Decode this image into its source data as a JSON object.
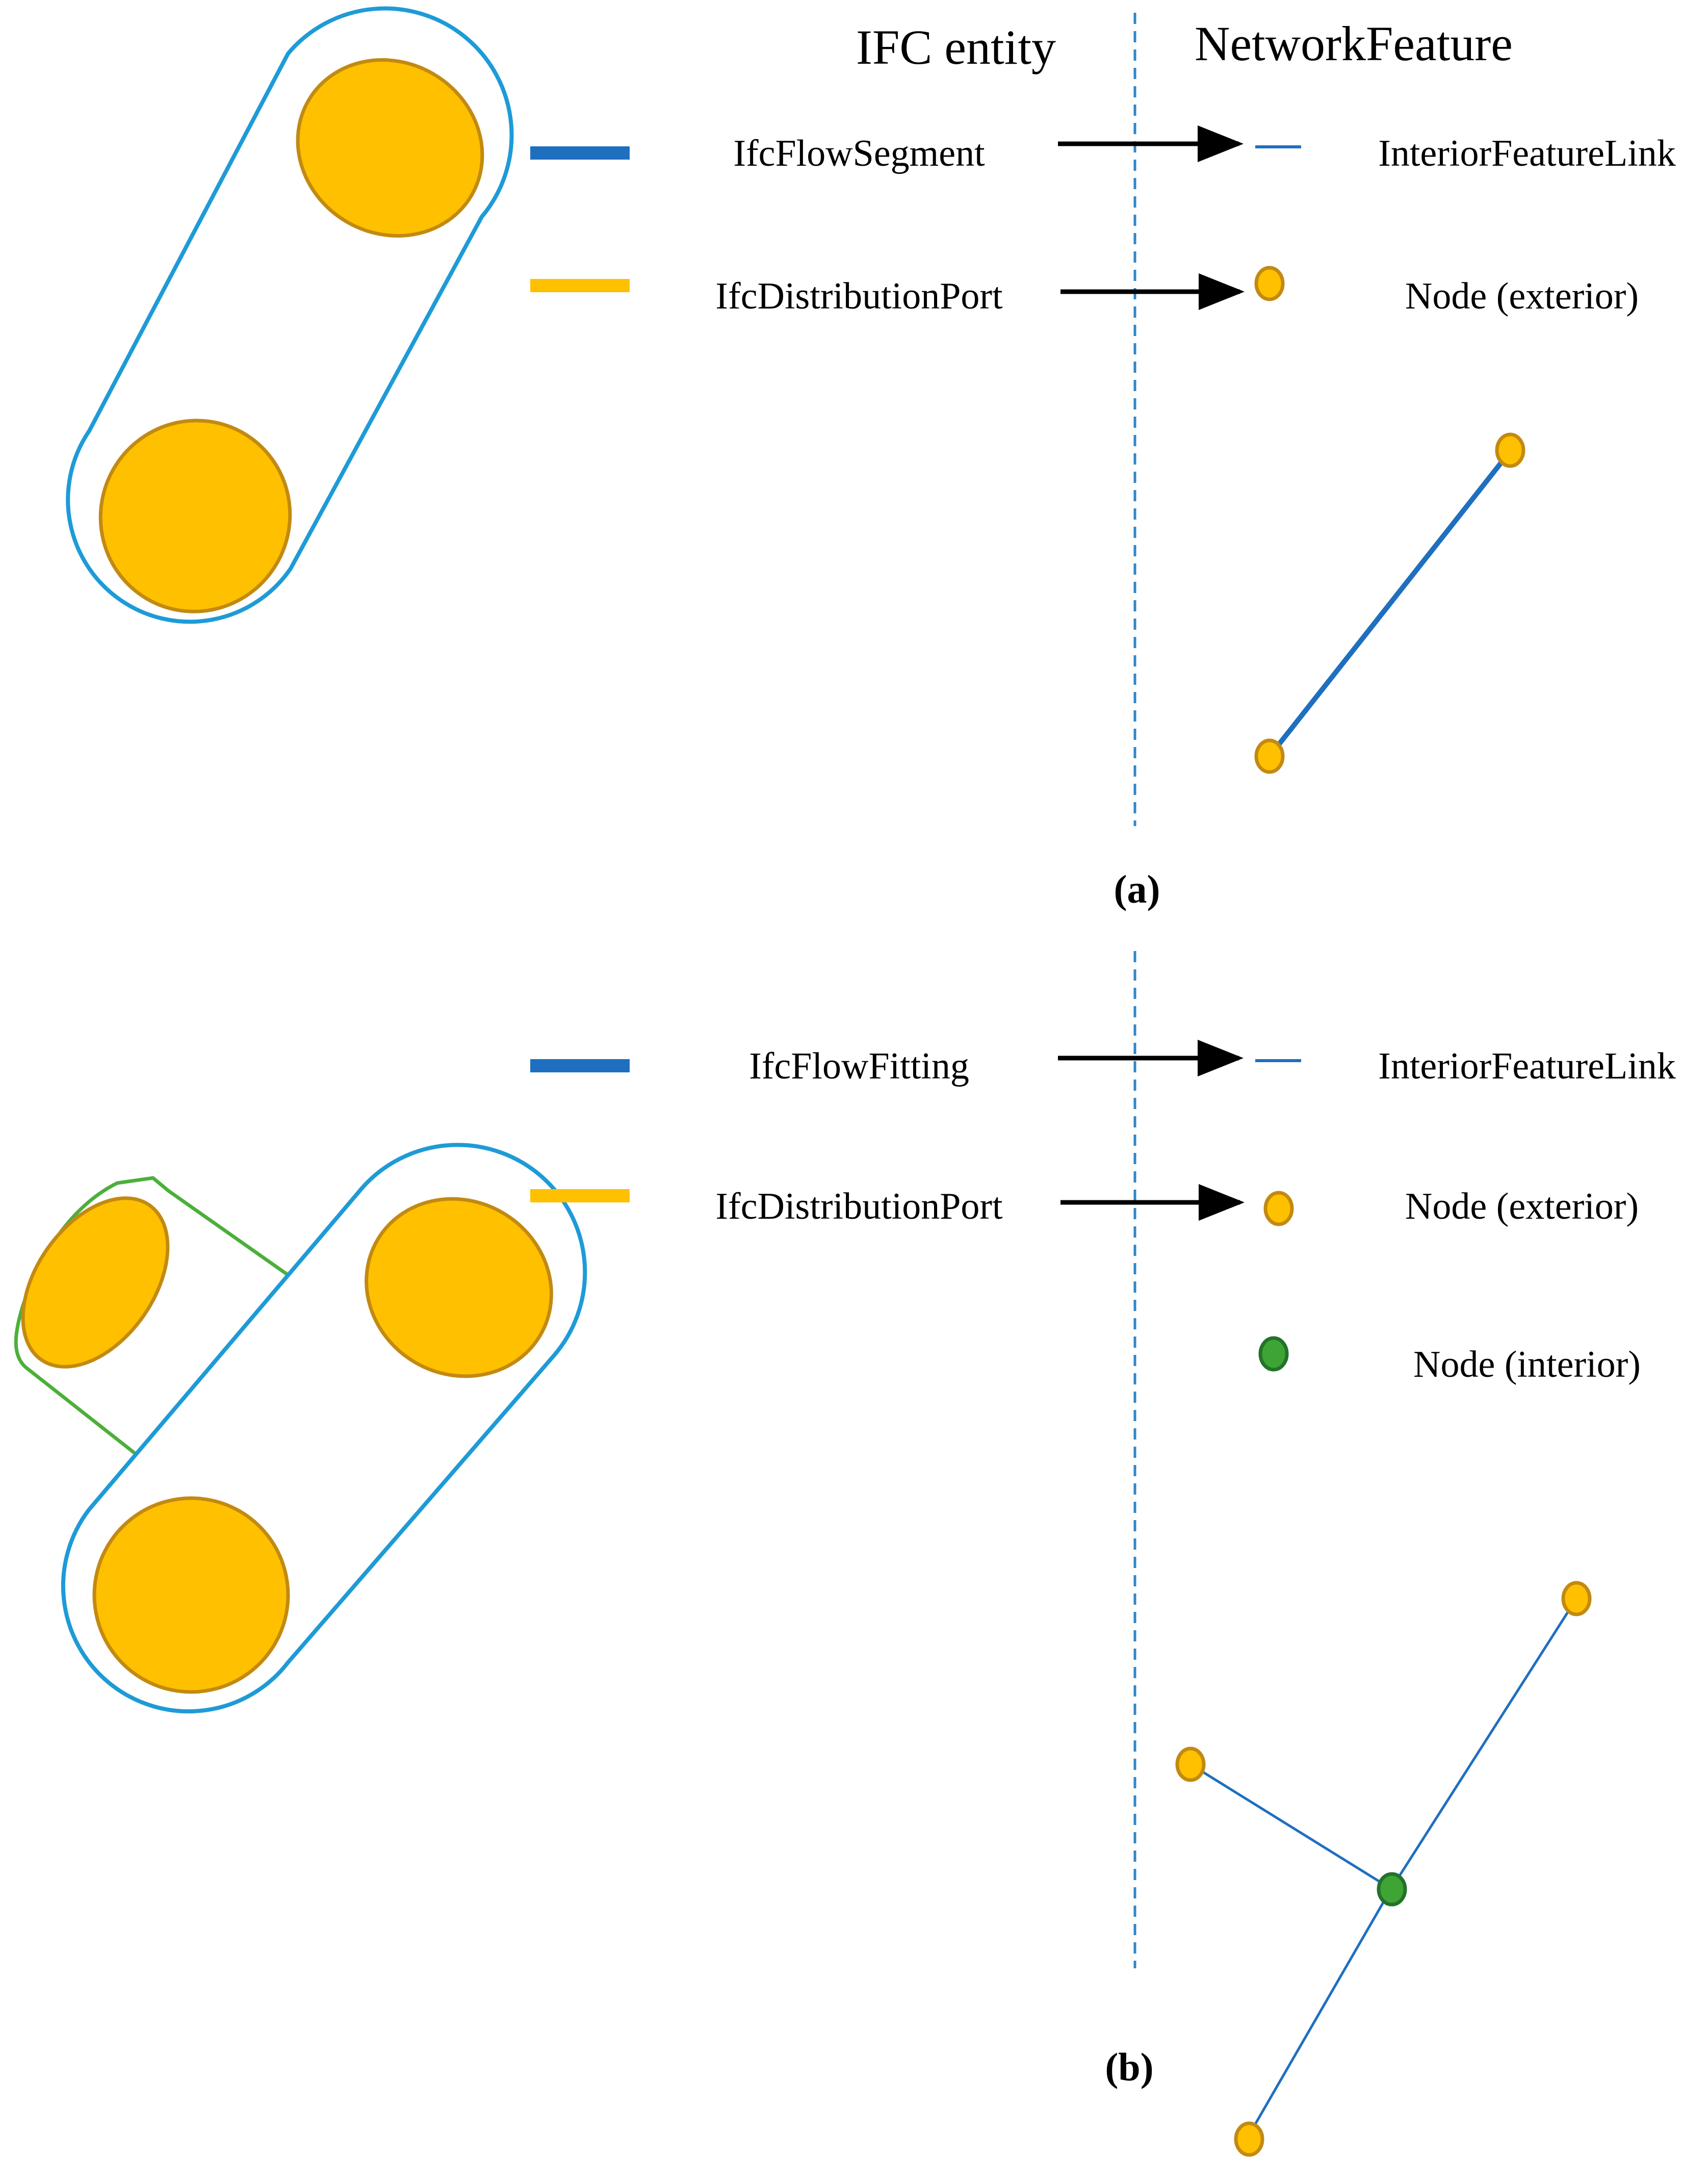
{
  "headers": {
    "ifc_entity": "IFC entity",
    "network_feature": "NetworkFeature"
  },
  "panel_a": {
    "caption": "(a)",
    "legend": [
      {
        "ifc": "IfcFlowSegment",
        "feature": "InteriorFeatureLink",
        "swatch": "segment-blue"
      },
      {
        "ifc": "IfcDistributionPort",
        "feature": "Node (exterior)",
        "swatch": "port-yellow"
      }
    ]
  },
  "panel_b": {
    "caption": "(b)",
    "legend": [
      {
        "ifc": "IfcFlowFitting",
        "feature": "InteriorFeatureLink",
        "swatch": "segment-blue"
      },
      {
        "ifc": "IfcDistributionPort",
        "feature": "Node (exterior)",
        "swatch": "port-yellow"
      },
      {
        "ifc": "",
        "feature": "Node (interior)",
        "swatch": "interior-green"
      }
    ]
  },
  "colors": {
    "pipe_outline": "#1E9BD7",
    "segment_blue": "#1F6FC0",
    "port_fill": "#FFC000",
    "port_stroke": "#C28A12",
    "interior_fill": "#3EA535",
    "interior_stroke": "#24722A",
    "branch_outline": "#4CAF3A",
    "divider": "#2E86C8",
    "arrow": "#000000"
  }
}
